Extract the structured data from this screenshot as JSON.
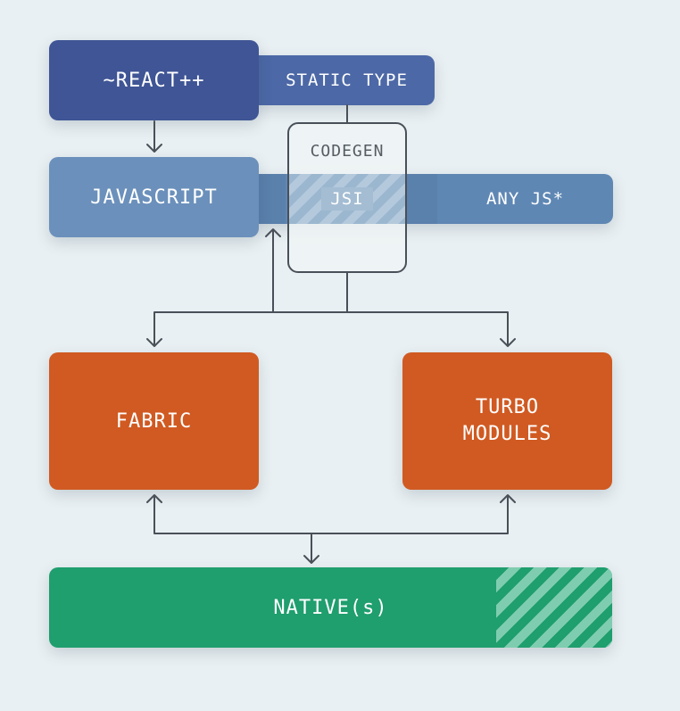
{
  "nodes": {
    "react": "~REACT++",
    "static_type": "STATIC TYPE",
    "javascript": "JAVASCRIPT",
    "codegen": "CODEGEN",
    "jsi": "JSI",
    "any_js": "ANY JS*",
    "fabric": "FABRIC",
    "turbo_line1": "TURBO",
    "turbo_line2": "MODULES",
    "native": "NATIVE(s)"
  },
  "colors": {
    "react": "#3f5595",
    "static_type": "#4c68a6",
    "javascript": "#6b90bb",
    "js_bar": "#5f87b4",
    "orange": "#d05a22",
    "green": "#1f9e6e",
    "line": "#4a5058"
  }
}
